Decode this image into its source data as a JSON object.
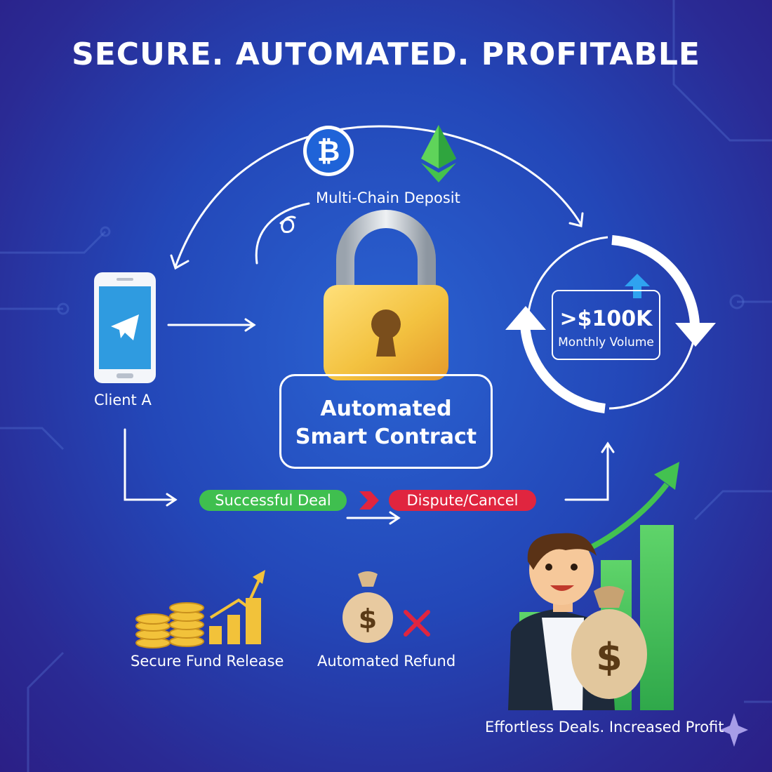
{
  "title": "SECURE. AUTOMATED. PROFITABLE",
  "deposit": {
    "label": "Multi-Chain Deposit",
    "coins": [
      "bitcoin-icon",
      "ethereum-icon"
    ]
  },
  "client": {
    "label": "Client A",
    "icon": "telegram-phone-icon"
  },
  "contract": {
    "line1": "Automated",
    "line2": "Smart Contract",
    "icon": "padlock-icon"
  },
  "volume": {
    "value": ">$100K",
    "label": "Monthly Volume"
  },
  "outcomes": {
    "success": "Successful Deal",
    "dispute": "Dispute/Cancel"
  },
  "release": {
    "label": "Secure Fund Release"
  },
  "refund": {
    "label": "Automated Refund"
  },
  "profit": {
    "label": "Effortless Deals. Increased Profit"
  },
  "colors": {
    "green": "#3fbf4f",
    "red": "#e0253f",
    "gold": "#f2c23a",
    "bg": "#2347b8"
  }
}
